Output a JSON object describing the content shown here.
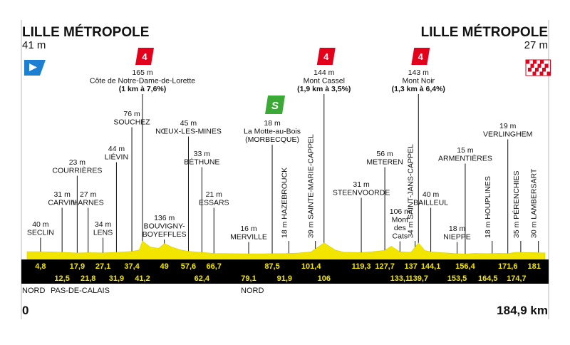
{
  "header": {
    "start_city": "LILLE MÉTROPOLE",
    "start_alt": "41 m",
    "finish_city": "LILLE MÉTROPOLE",
    "finish_alt": "27 m"
  },
  "distance": {
    "start": "0",
    "end": "184,9 km"
  },
  "regions": {
    "nord_1": "NORD",
    "pdc": "PAS-DE-CALAIS",
    "nord_2": "NORD"
  },
  "colors": {
    "profile": "#f2e600",
    "band": "#000000",
    "band_text": "#f2e600",
    "climb_cat4": "#e3001b",
    "sprint": "#3aa935",
    "start_flag": "#1d7fd1",
    "finish_flag": "#e3001b"
  },
  "badges": {
    "climb_cat": "4",
    "sprint_letter": "S"
  },
  "chart_data": {
    "type": "area",
    "total_km": 184.9,
    "profile": [
      [
        0,
        41
      ],
      [
        4,
        41
      ],
      [
        10,
        38
      ],
      [
        17.9,
        26
      ],
      [
        21.8,
        30
      ],
      [
        27.1,
        27
      ],
      [
        31.9,
        34
      ],
      [
        37.4,
        44
      ],
      [
        40,
        60
      ],
      [
        41.2,
        165
      ],
      [
        44,
        95
      ],
      [
        47,
        80
      ],
      [
        49,
        136
      ],
      [
        52,
        90
      ],
      [
        55,
        60
      ],
      [
        57.6,
        45
      ],
      [
        62.4,
        33
      ],
      [
        66.7,
        21
      ],
      [
        72,
        18
      ],
      [
        79.1,
        16
      ],
      [
        84,
        17
      ],
      [
        87.5,
        18
      ],
      [
        91.9,
        18
      ],
      [
        97,
        26
      ],
      [
        101.4,
        39
      ],
      [
        106,
        144
      ],
      [
        110,
        60
      ],
      [
        113,
        35
      ],
      [
        119.3,
        31
      ],
      [
        123,
        40
      ],
      [
        127.7,
        56
      ],
      [
        130,
        106
      ],
      [
        133.1,
        40
      ],
      [
        137,
        34
      ],
      [
        139.7,
        143
      ],
      [
        142,
        55
      ],
      [
        144.1,
        40
      ],
      [
        148,
        30
      ],
      [
        153.5,
        18
      ],
      [
        156.4,
        15
      ],
      [
        160,
        20
      ],
      [
        164.5,
        18
      ],
      [
        168,
        22
      ],
      [
        171.6,
        19
      ],
      [
        174.7,
        35
      ],
      [
        178,
        32
      ],
      [
        181,
        30
      ],
      [
        184.9,
        27
      ]
    ],
    "km_labels": [
      {
        "km": "4,8",
        "row": 0
      },
      {
        "km": "12,5",
        "row": 1
      },
      {
        "km": "17,9",
        "row": 0
      },
      {
        "km": "21,8",
        "row": 1
      },
      {
        "km": "27,1",
        "row": 0
      },
      {
        "km": "31,9",
        "row": 1
      },
      {
        "km": "37,4",
        "row": 0
      },
      {
        "km": "41,2",
        "row": 1
      },
      {
        "km": "49",
        "row": 0
      },
      {
        "km": "57,6",
        "row": 0
      },
      {
        "km": "62,4",
        "row": 1
      },
      {
        "km": "66,7",
        "row": 0
      },
      {
        "km": "79,1",
        "row": 1
      },
      {
        "km": "87,5",
        "row": 0
      },
      {
        "km": "91,9",
        "row": 1
      },
      {
        "km": "101,4",
        "row": 0
      },
      {
        "km": "106",
        "row": 1
      },
      {
        "km": "119,3",
        "row": 0
      },
      {
        "km": "127,7",
        "row": 0
      },
      {
        "km": "133,1",
        "row": 1
      },
      {
        "km": "137",
        "row": 0
      },
      {
        "km": "139,7",
        "row": 1
      },
      {
        "km": "144,1",
        "row": 0
      },
      {
        "km": "153,5",
        "row": 1
      },
      {
        "km": "156,4",
        "row": 0
      },
      {
        "km": "164,5",
        "row": 1
      },
      {
        "km": "171,6",
        "row": 0
      },
      {
        "km": "174,7",
        "row": 1
      },
      {
        "km": "181",
        "row": 0
      }
    ],
    "places": [
      {
        "km": 4.8,
        "lines": [
          "40 m",
          "SECLIN"
        ]
      },
      {
        "km": 12.5,
        "lines": [
          "31 m",
          "CARVIN"
        ]
      },
      {
        "km": 17.9,
        "lines": [
          "23 m",
          "COURRIÈRES"
        ]
      },
      {
        "km": 21.8,
        "lines": [
          "27 m",
          "HARNES"
        ]
      },
      {
        "km": 27.1,
        "lines": [
          "34 m",
          "LENS"
        ]
      },
      {
        "km": 31.9,
        "lines": [
          "44 m",
          "LIÉVIN"
        ]
      },
      {
        "km": 37.4,
        "lines": [
          "76 m",
          "SOUCHEZ"
        ]
      },
      {
        "km": 41.2,
        "lines": [
          "165 m",
          "Côte de Notre-Dame-de-Lorette",
          "(1 km à 7,6%)"
        ],
        "climb": true
      },
      {
        "km": 49,
        "lines": [
          "136 m",
          "BOUVIGNY-",
          "BOYEFFLES"
        ]
      },
      {
        "km": 57.6,
        "lines": [
          "45 m",
          "NŒUX-LES-MINES"
        ]
      },
      {
        "km": 62.4,
        "lines": [
          "33 m",
          "BÉTHUNE"
        ]
      },
      {
        "km": 66.7,
        "lines": [
          "21 m",
          "ESSARS"
        ]
      },
      {
        "km": 79.1,
        "lines": [
          "16 m",
          "MERVILLE"
        ]
      },
      {
        "km": 87.5,
        "lines": [
          "18 m",
          "La Motte-au-Bois",
          "(MORBECQUE)"
        ],
        "sprint": true
      },
      {
        "km": 91.9,
        "vertical": "18 m HAZEBROUCK"
      },
      {
        "km": 101.4,
        "vertical": "39 m SAINTE-MARIE-CAPPEL"
      },
      {
        "km": 106,
        "lines": [
          "144 m",
          "Mont Cassel",
          "(1,9 km à 3,5%)"
        ],
        "climb": true
      },
      {
        "km": 119.3,
        "lines": [
          "31 m",
          "STEENVOORDE"
        ]
      },
      {
        "km": 127.7,
        "lines": [
          "56 m",
          "METEREN"
        ]
      },
      {
        "km": 133.1,
        "lines": [
          "106 m",
          "Mont",
          "des",
          "Cats"
        ]
      },
      {
        "km": 137,
        "vertical": "34 m SAINT-JANS-CAPPEL"
      },
      {
        "km": 139.7,
        "lines": [
          "143 m",
          "Mont Noir",
          "(1,3 km à 6,4%)"
        ],
        "climb": true
      },
      {
        "km": 144.1,
        "lines": [
          "40 m",
          "BAILLEUL"
        ]
      },
      {
        "km": 153.5,
        "lines": [
          "18 m",
          "NIEPPE"
        ]
      },
      {
        "km": 156.4,
        "lines": [
          "15 m",
          "ARMENTIÈRES"
        ]
      },
      {
        "km": 164.5,
        "vertical": "18 m HOUPLINES"
      },
      {
        "km": 171.6,
        "lines": [
          "19 m",
          "VERLINGHEM"
        ]
      },
      {
        "km": 174.7,
        "vertical": "35 m PÉRENCHIES"
      },
      {
        "km": 181,
        "vertical": "30 m LAMBERSART"
      }
    ]
  }
}
